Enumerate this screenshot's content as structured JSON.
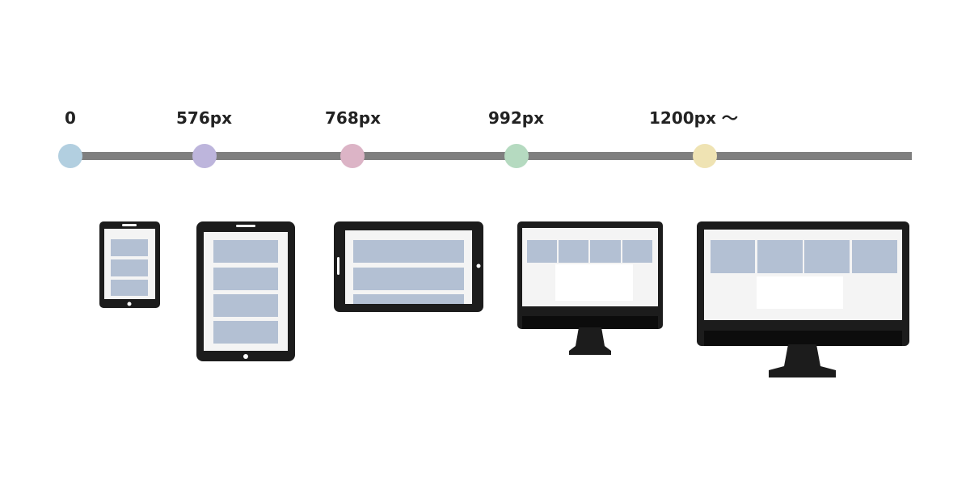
{
  "breakpoints": [
    {
      "label": "0",
      "color": "#b2cfe0"
    },
    {
      "label": "576px",
      "color": "#bdb5dc"
    },
    {
      "label": "768px",
      "color": "#dcb4c6"
    },
    {
      "label": "992px",
      "color": "#b5dac0"
    },
    {
      "label": "1200px ～",
      "color": "#efe3b3"
    }
  ],
  "colors": {
    "track": "#7f7f7f",
    "device_body": "#1c1c1c",
    "screen": "#f4f4f4",
    "content_block": "#b3c0d3",
    "text": "#222222"
  },
  "devices": [
    {
      "icon": "smartphone-icon"
    },
    {
      "icon": "tablet-portrait-icon"
    },
    {
      "icon": "tablet-landscape-icon"
    },
    {
      "icon": "desktop-monitor-icon"
    },
    {
      "icon": "large-desktop-monitor-icon"
    }
  ]
}
